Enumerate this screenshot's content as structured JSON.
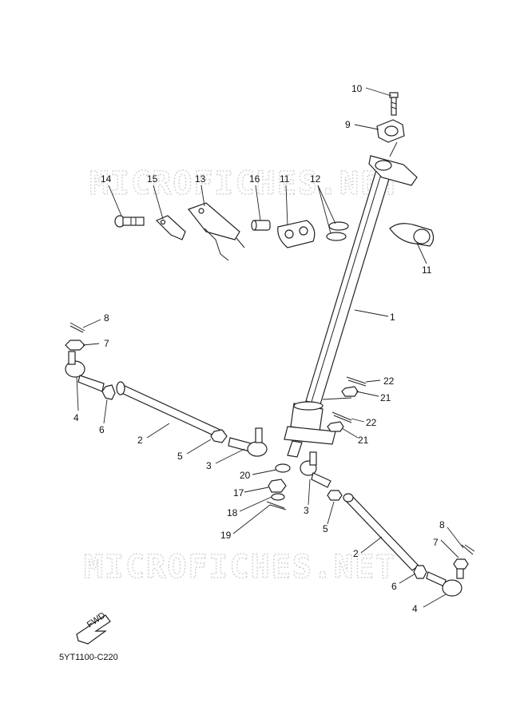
{
  "watermarks": [
    "MICROFICHES.NET",
    "MICROFICHES.NET"
  ],
  "diagram_code": "5YT1100-C220",
  "fwd_label": "FWD",
  "callouts": [
    "1",
    "2",
    "2",
    "3",
    "3",
    "4",
    "4",
    "5",
    "5",
    "6",
    "6",
    "7",
    "7",
    "8",
    "8",
    "9",
    "10",
    "11",
    "11",
    "12",
    "13",
    "14",
    "15",
    "16",
    "17",
    "18",
    "19",
    "20",
    "21",
    "21",
    "22",
    "22"
  ]
}
